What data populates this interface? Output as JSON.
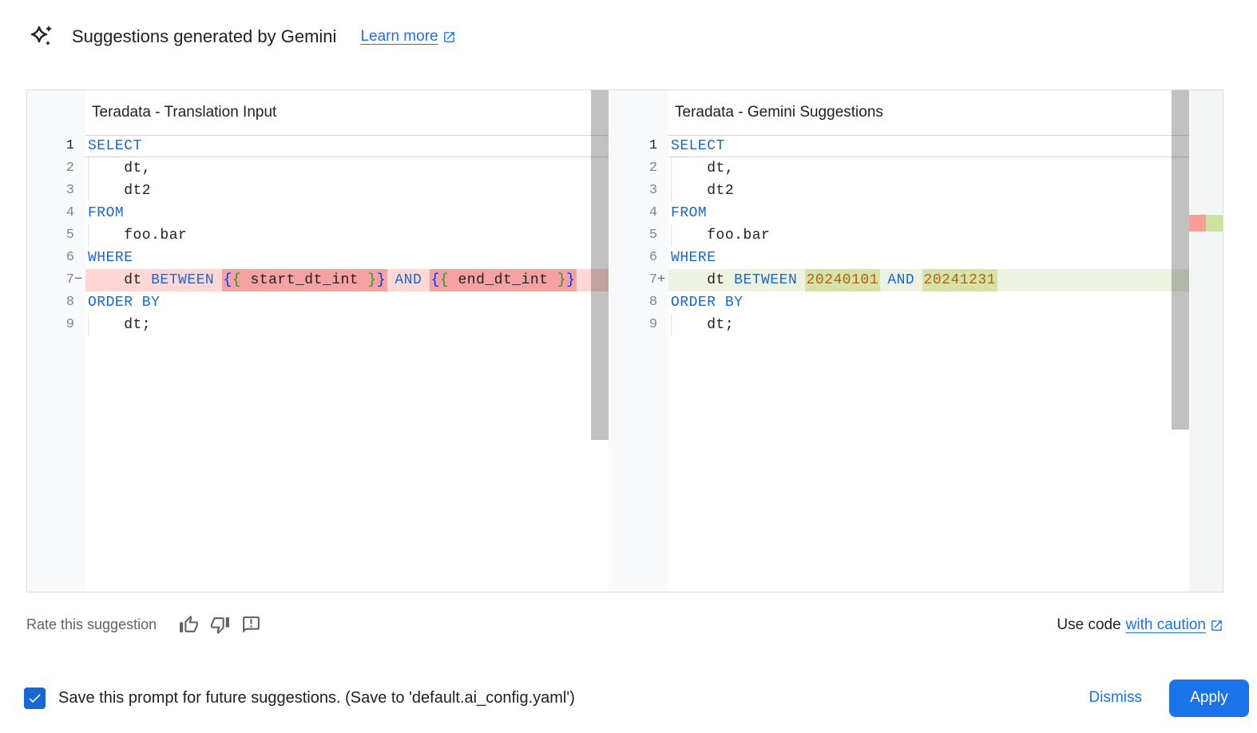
{
  "header": {
    "title": "Suggestions generated by Gemini",
    "learn_more_label": "Learn more"
  },
  "colors": {
    "accent_blue": "#1a73e8",
    "keyword_blue": "#1967d2",
    "number_orange": "#b5600f",
    "removed_line_bg": "#ffd7d5",
    "removed_inline_bg": "#f7a2a2",
    "added_line_bg": "#eef3e1",
    "added_inline_bg": "#d5e3ab",
    "gutter_bg": "#f8f9fa"
  },
  "icons": {
    "gemini_sparkle": "gemini-sparkle-icon",
    "open_in_new": "open-in-new-icon",
    "thumb_up": "thumb-up-icon",
    "thumb_down": "thumb-down-icon",
    "feedback": "feedback-icon",
    "checkmark": "checkmark-icon"
  },
  "diff": {
    "left": {
      "title": "Teradata - Translation Input",
      "lines": [
        {
          "num": "1",
          "sign": "",
          "state": "current",
          "indent": false,
          "tokens": [
            {
              "t": "SELECT",
              "c": "kw"
            }
          ]
        },
        {
          "num": "2",
          "sign": "",
          "state": "",
          "indent": true,
          "tokens": [
            {
              "t": "    dt,",
              "c": "pl"
            }
          ]
        },
        {
          "num": "3",
          "sign": "",
          "state": "",
          "indent": true,
          "tokens": [
            {
              "t": "    dt2",
              "c": "pl"
            }
          ]
        },
        {
          "num": "4",
          "sign": "",
          "state": "",
          "indent": false,
          "tokens": [
            {
              "t": "FROM",
              "c": "kw"
            }
          ]
        },
        {
          "num": "5",
          "sign": "",
          "state": "",
          "indent": true,
          "tokens": [
            {
              "t": "    foo.bar",
              "c": "pl"
            }
          ]
        },
        {
          "num": "6",
          "sign": "",
          "state": "",
          "indent": false,
          "tokens": [
            {
              "t": "WHERE",
              "c": "kw"
            }
          ]
        },
        {
          "num": "7",
          "sign": "−",
          "state": "removed",
          "indent": false,
          "tokens": [
            {
              "t": "    dt ",
              "c": "pl"
            },
            {
              "t": "BETWEEN",
              "c": "kw"
            },
            {
              "t": " ",
              "c": "pl"
            },
            {
              "t": "{",
              "c": "b1",
              "h": true
            },
            {
              "t": "{",
              "c": "b2",
              "h": true
            },
            {
              "t": " start_dt_int ",
              "c": "pl",
              "h": true
            },
            {
              "t": "}",
              "c": "b2",
              "h": true
            },
            {
              "t": "}",
              "c": "b1",
              "h": true
            },
            {
              "t": " ",
              "c": "pl"
            },
            {
              "t": "AND",
              "c": "kw"
            },
            {
              "t": " ",
              "c": "pl"
            },
            {
              "t": "{",
              "c": "b1",
              "h": true
            },
            {
              "t": "{",
              "c": "b2",
              "h": true
            },
            {
              "t": " end_dt_int ",
              "c": "pl",
              "h": true
            },
            {
              "t": "}",
              "c": "b2",
              "h": true
            },
            {
              "t": "}",
              "c": "b1",
              "h": true
            }
          ]
        },
        {
          "num": "8",
          "sign": "",
          "state": "",
          "indent": false,
          "tokens": [
            {
              "t": "ORDER BY",
              "c": "kw"
            }
          ]
        },
        {
          "num": "9",
          "sign": "",
          "state": "",
          "indent": true,
          "tokens": [
            {
              "t": "    dt;",
              "c": "pl"
            }
          ]
        }
      ]
    },
    "right": {
      "title": "Teradata - Gemini Suggestions",
      "lines": [
        {
          "num": "1",
          "sign": "",
          "state": "current",
          "indent": false,
          "tokens": [
            {
              "t": "SELECT",
              "c": "kw"
            }
          ]
        },
        {
          "num": "2",
          "sign": "",
          "state": "",
          "indent": true,
          "tokens": [
            {
              "t": "    dt,",
              "c": "pl"
            }
          ]
        },
        {
          "num": "3",
          "sign": "",
          "state": "",
          "indent": true,
          "tokens": [
            {
              "t": "    dt2",
              "c": "pl"
            }
          ]
        },
        {
          "num": "4",
          "sign": "",
          "state": "",
          "indent": false,
          "tokens": [
            {
              "t": "FROM",
              "c": "kw"
            }
          ]
        },
        {
          "num": "5",
          "sign": "",
          "state": "",
          "indent": true,
          "tokens": [
            {
              "t": "    foo.bar",
              "c": "pl"
            }
          ]
        },
        {
          "num": "6",
          "sign": "",
          "state": "",
          "indent": false,
          "tokens": [
            {
              "t": "WHERE",
              "c": "kw"
            }
          ]
        },
        {
          "num": "7",
          "sign": "+",
          "state": "added",
          "indent": false,
          "tokens": [
            {
              "t": "    dt ",
              "c": "pl"
            },
            {
              "t": "BETWEEN",
              "c": "kw"
            },
            {
              "t": " ",
              "c": "pl"
            },
            {
              "t": "20240101",
              "c": "num",
              "h": true
            },
            {
              "t": " ",
              "c": "pl"
            },
            {
              "t": "AND",
              "c": "kw"
            },
            {
              "t": " ",
              "c": "pl"
            },
            {
              "t": "20241231",
              "c": "num",
              "h": true
            }
          ]
        },
        {
          "num": "8",
          "sign": "",
          "state": "",
          "indent": false,
          "tokens": [
            {
              "t": "ORDER BY",
              "c": "kw"
            }
          ]
        },
        {
          "num": "9",
          "sign": "",
          "state": "",
          "indent": true,
          "tokens": [
            {
              "t": "    dt;",
              "c": "pl"
            }
          ]
        }
      ]
    }
  },
  "footer": {
    "rate_label": "Rate this suggestion",
    "use_code_prefix": "Use code",
    "use_code_link": "with caution"
  },
  "bottom_bar": {
    "checkbox_checked": true,
    "checkbox_label": "Save this prompt for future suggestions. (Save to 'default.ai_config.yaml')",
    "dismiss_label": "Dismiss",
    "apply_label": "Apply"
  }
}
